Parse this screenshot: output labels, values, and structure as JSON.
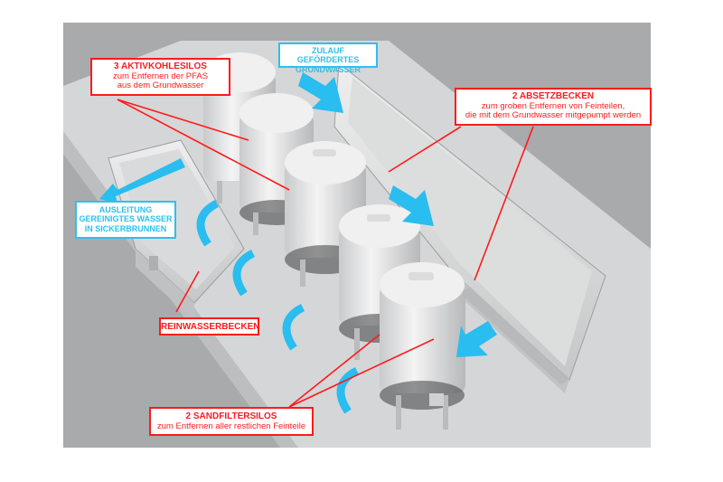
{
  "diagram": {
    "title": "PFAS groundwater treatment plant",
    "colors": {
      "callout_red": "#ff1a1a",
      "callout_blue": "#2ec0ee",
      "background": "#a9aaab",
      "floor": "#d5d6d7",
      "silo": "#e8e9ea",
      "basin": "#e3e4e5"
    },
    "labels": {
      "aktivkohlesilos": {
        "title": "3 AKTIVKOHLESILOS",
        "lines": [
          "zum Entfernen der PFAS",
          "aus dem Grundwasser"
        ]
      },
      "zulauf": {
        "lines": [
          "ZULAUF GEFÖRDERTES",
          "GRUNDWASSER"
        ]
      },
      "absetzbecken": {
        "title": "2 ABSETZBECKEN",
        "lines": [
          "zum groben Entfernen von Feinteilen,",
          "die mit dem Grundwasser mitgepumpt werden"
        ]
      },
      "ausleitung": {
        "lines": [
          "AUSLEITUNG",
          "GEREINIGTES WASSER",
          "IN SICKERBRUNNEN"
        ]
      },
      "reinwasserbecken": {
        "title": "REINWASSERBECKEN"
      },
      "sandfiltersilos": {
        "title": "2 SANDFILTERSILOS",
        "lines": [
          "zum Entfernen aller restlichen Feinteile"
        ]
      }
    },
    "components": {
      "activated_carbon_silos": 3,
      "sand_filter_silos": 2,
      "settling_basins": 2
    }
  }
}
